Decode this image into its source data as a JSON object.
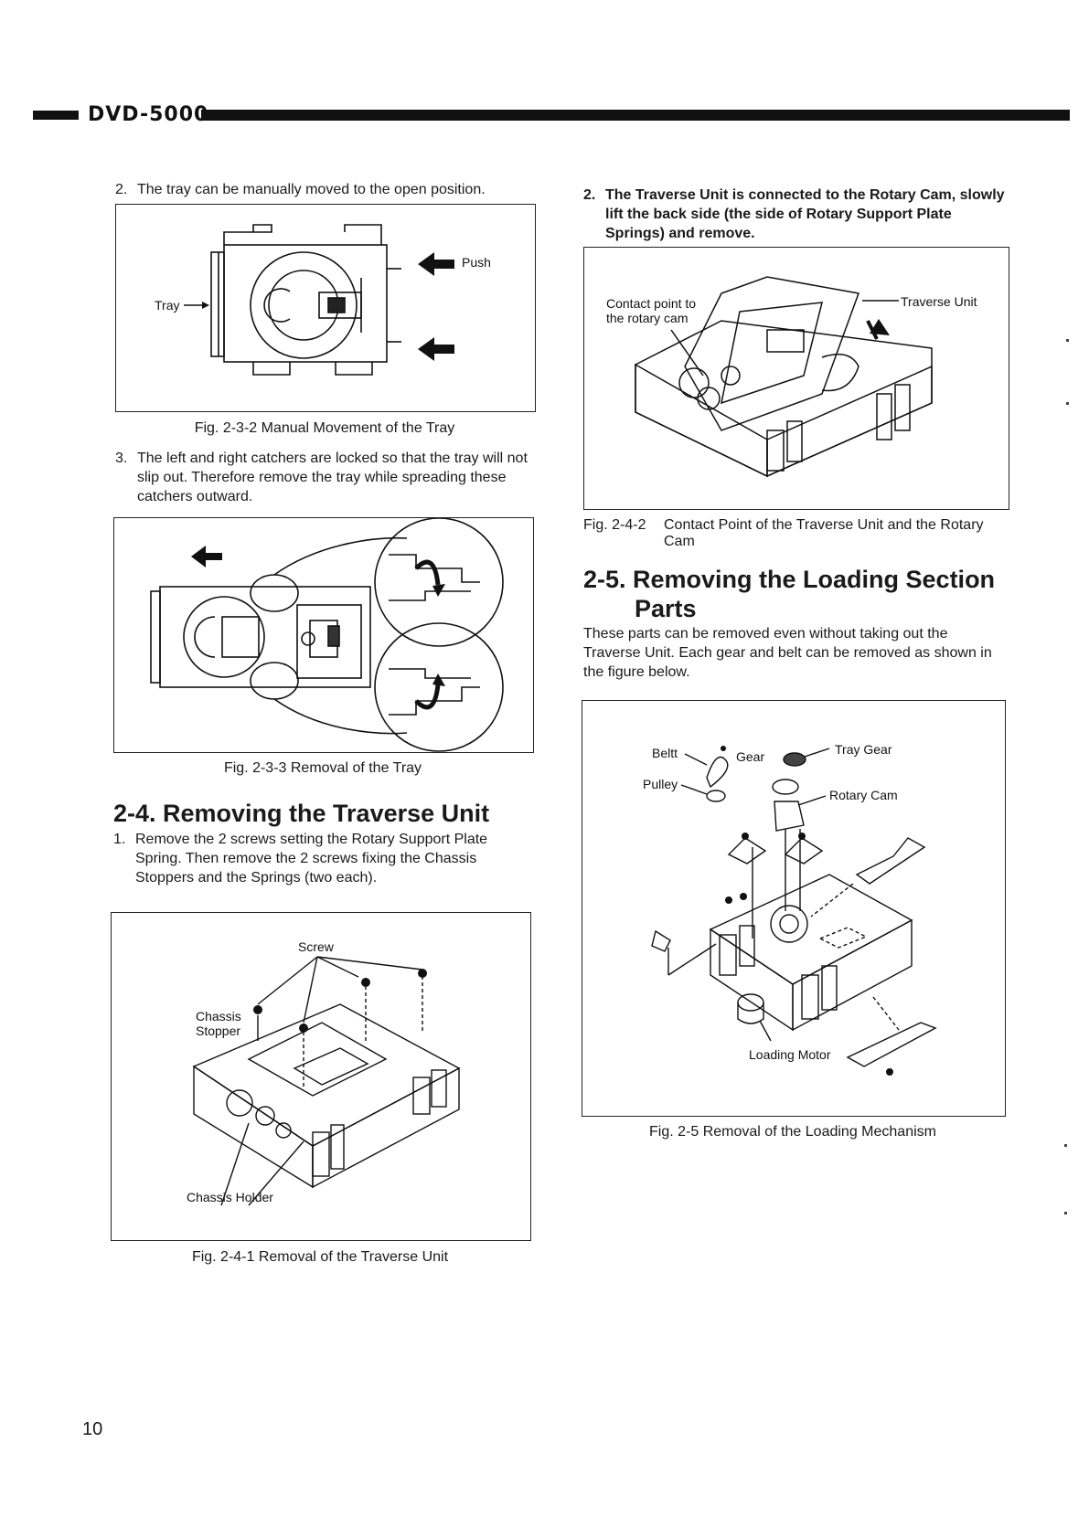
{
  "header": {
    "title": "DVD-5000"
  },
  "left": {
    "step2": {
      "num": "2.",
      "text": "The tray can be manually moved to the open position."
    },
    "fig232": {
      "label_push": "Push",
      "label_tray": "Tray",
      "caption": "Fig. 2-3-2 Manual Movement of the Tray"
    },
    "step3": {
      "num": "3.",
      "text": "The left and right catchers are locked so that the tray will not slip out.  Therefore remove the tray while spreading these  catchers outward."
    },
    "fig233": {
      "caption": "Fig. 2-3-3 Removal of the Tray"
    },
    "section24": {
      "title": "2-4. Removing the Traverse Unit"
    },
    "step1": {
      "num": "1.",
      "text": "Remove the 2 screws setting the Rotary Support Plate Spring.  Then remove the 2 screws fixing the Chassis Stoppers and the Springs (two each)."
    },
    "fig241": {
      "label_screw": "Screw",
      "label_chassis": "Chassis",
      "label_stopper": "Stopper",
      "label_holder": "Chassis Holder",
      "caption": "Fig. 2-4-1 Removal of the Traverse Unit"
    }
  },
  "right": {
    "step2": {
      "num": "2.",
      "text": "The Traverse Unit is connected to the Rotary Cam, slowly lift the back side (the side of Rotary Support Plate Springs) and remove."
    },
    "fig242": {
      "label_contact1": "Contact point to",
      "label_contact2": "the rotary cam",
      "label_traverse": "Traverse Unit",
      "caption_num": "Fig. 2-4-2",
      "caption_text": "Contact Point of the Traverse Unit and the Rotary Cam"
    },
    "section25": {
      "title_line1": "2-5. Removing the Loading Section",
      "title_line2": "Parts"
    },
    "para": {
      "text": "These parts can be removed even without taking out the Traverse Unit.  Each gear and belt can be removed as shown in the figure below."
    },
    "fig25": {
      "label_belt": "Beltt",
      "label_gear": "Gear",
      "label_traygear": "Tray Gear",
      "label_pulley": "Pulley",
      "label_rotarycam": "Rotary Cam",
      "label_motor": "Loading Motor",
      "caption": "Fig. 2-5 Removal of the Loading Mechanism"
    }
  },
  "footer": {
    "page_number": "10"
  }
}
